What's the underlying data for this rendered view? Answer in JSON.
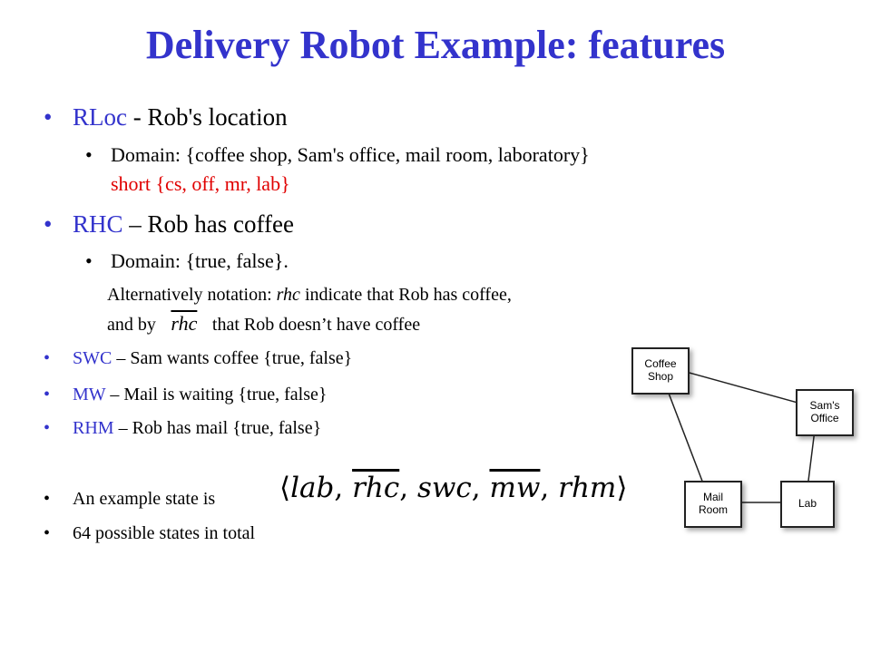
{
  "title": "Delivery Robot Example: features",
  "rloc": {
    "name": "RLoc",
    "desc": " - Rob's location",
    "domain": "Domain: {coffee shop, Sam's office, mail room, laboratory}",
    "short": "short  {cs, off, mr, lab}"
  },
  "rhc": {
    "name": "RHC",
    "desc": " – Rob has coffee",
    "domain": "Domain: {true, false}.",
    "alt1_pre": "Alternatively notation: ",
    "alt1_var": "rhc",
    "alt1_post": " indicate that Rob has coffee,",
    "alt2_pre": "and by ",
    "alt2_var": "rhc",
    "alt2_post": "  that Rob doesn’t have coffee"
  },
  "swc": {
    "name": "SWC",
    "desc": " – Sam wants coffee {true, false}"
  },
  "mw": {
    "name": "MW",
    "desc": " – Mail is waiting {true, false}"
  },
  "rhm": {
    "name": "RHM",
    "desc": " – Rob has mail {true, false}"
  },
  "example": {
    "label": "An example state is",
    "open": "⟨",
    "v1": "lab",
    "v2": "rhc",
    "v3": "swc",
    "v4": "mw",
    "v5": "rhm",
    "close": "⟩",
    "sep": ", "
  },
  "total": "64 possible states in total",
  "diagram": {
    "coffee_shop": "Coffee\nShop",
    "sams_office": "Sam's\nOffice",
    "mail_room": "Mail\nRoom",
    "lab": "Lab"
  },
  "colors": {
    "accent": "#3333cc",
    "red": "#e00000"
  }
}
